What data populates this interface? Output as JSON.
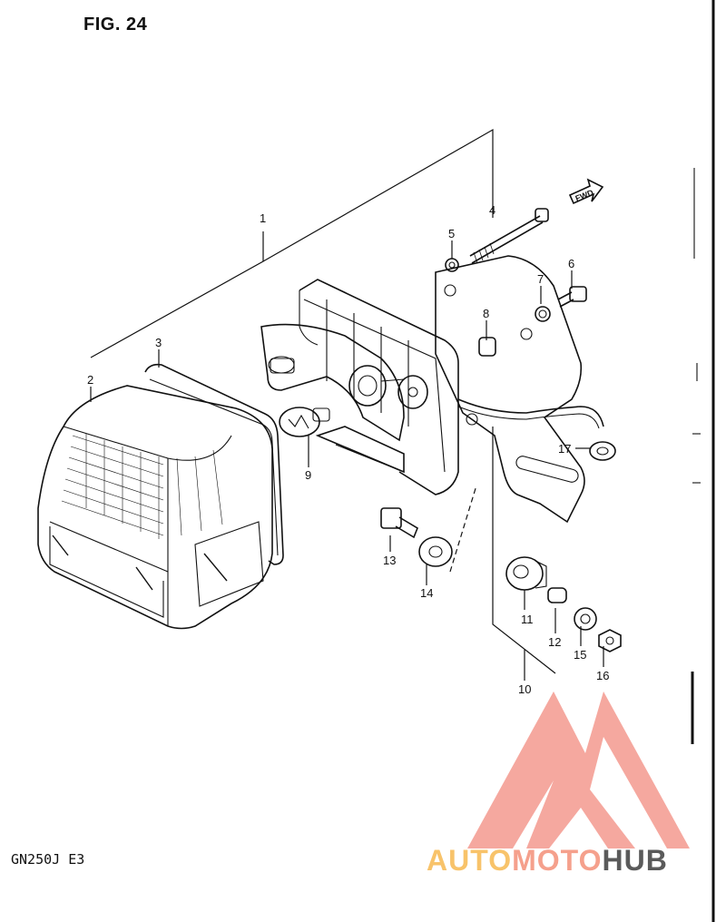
{
  "figure": {
    "title": "FIG. 24",
    "model_code": "GN250J E3"
  },
  "direction_label": "FWD",
  "part_numbers": [
    "1",
    "2",
    "3",
    "4",
    "5",
    "6",
    "7",
    "8",
    "9",
    "10",
    "11",
    "12",
    "13",
    "14",
    "15",
    "16",
    "17"
  ],
  "watermark": {
    "part1": "AUTO",
    "part2": "MOTO",
    "part3": "HUB",
    "colors": {
      "auto": "#f8c36a",
      "moto": "#f5a08c",
      "hub": "#5a5a5a",
      "logo": "#f4a39a"
    }
  }
}
